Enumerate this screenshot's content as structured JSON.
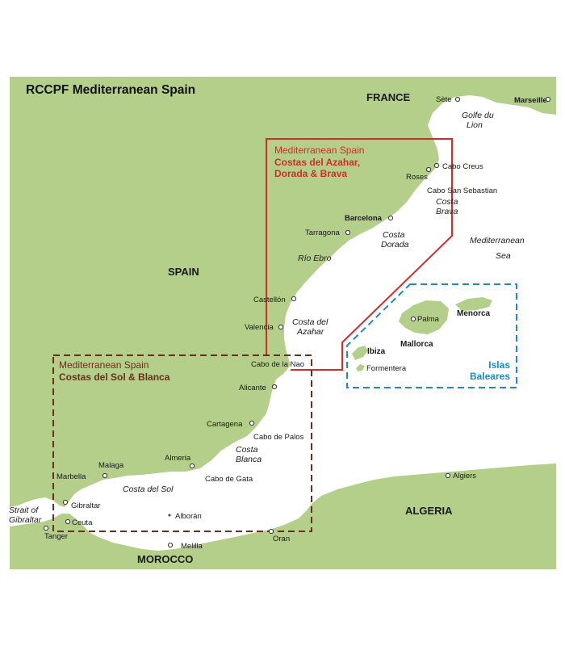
{
  "map": {
    "title": "RCCPF Mediterranean Spain",
    "colors": {
      "land": "#b3cf8a",
      "sea": "#ffffff",
      "red_chart": "#d42a2a",
      "brown_chart": "#6b2e1a",
      "blue_chart": "#1f88c8"
    },
    "countries": {
      "france": "FRANCE",
      "spain": "SPAIN",
      "algeria": "ALGERIA",
      "morocco": "MOROCCO"
    },
    "charts": {
      "red": {
        "subtitle": "Mediterranean Spain",
        "name_line1": "Costas del Azahar,",
        "name_line2": "Dorada & Brava"
      },
      "brown": {
        "subtitle": "Mediterranean Spain",
        "name_line1": "Costas del Sol & Blanca"
      },
      "blue": {
        "name_line1": "Islas",
        "name_line2": "Baleares"
      }
    },
    "places": {
      "sete": "Sète",
      "marseille": "Marseille",
      "golfe1": "Golfe du",
      "golfe2": "Lion",
      "cabo_creus": "Cabo Creus",
      "roses": "Roses",
      "cabo_sebastian": "Cabo San Sebastian",
      "costa_brava1": "Costa",
      "costa_brava2": "Brava",
      "barcelona": "Barcelona",
      "tarragona": "Tarragona",
      "costa_dorada1": "Costa",
      "costa_dorada2": "Dorada",
      "med1": "Mediterranean",
      "med2": "Sea",
      "rio_ebro": "Río Ebro",
      "castellon": "Castellón",
      "valencia": "Valencia",
      "costa_azahar1": "Costa del",
      "costa_azahar2": "Azahar",
      "palma": "Palma",
      "menorca": "Menorca",
      "mallorca": "Mallorca",
      "ibiza": "Ibiza",
      "formentera": "Formentera",
      "cabo_nao": "Cabo de la Nao",
      "alicante": "Alicante",
      "cartagena": "Cartagena",
      "cabo_palos": "Cabo de Palos",
      "costa_blanca1": "Costa",
      "costa_blanca2": "Blanca",
      "almeria": "Almeria",
      "malaga": "Malaga",
      "marbella": "Marbella",
      "cabo_gata": "Cabo de Gata",
      "costa_sol": "Costa del Sol",
      "algiers": "Algiers",
      "strait1": "Strait of",
      "strait2": "Gibraltar",
      "gibraltar": "Gibraltar",
      "ceuta": "Ceuta",
      "tanger": "Tanger",
      "alboran": "Alborán",
      "melilla": "Melilla",
      "oran": "Oran"
    }
  }
}
